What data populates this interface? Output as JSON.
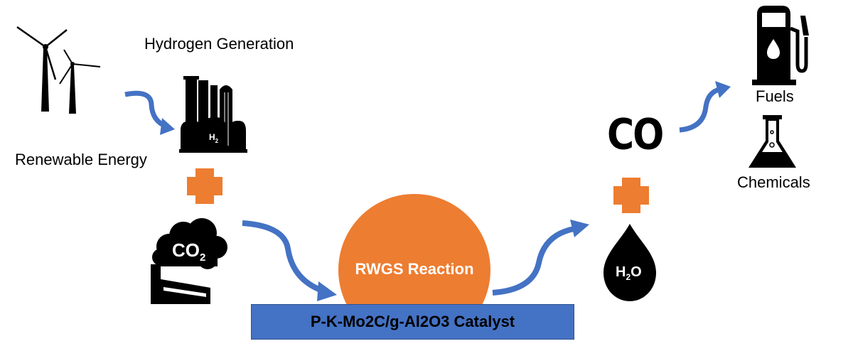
{
  "labels": {
    "hydrogen_generation": "Hydrogen Generation",
    "renewable_energy": "Renewable Energy",
    "reaction": "RWGS Reaction",
    "catalyst": "P-K-Mo2C/g-Al2O3 Catalyst",
    "fuels": "Fuels",
    "chemicals": "Chemicals"
  },
  "icon_text": {
    "co2": "CO",
    "co2_subscript": "2",
    "h2": "H",
    "h2_subscript": "2",
    "co": "CO",
    "h2o_h": "H",
    "h2o_subscript": "2",
    "h2o_o": "O"
  },
  "colors": {
    "arrow": "#4472c4",
    "plus": "#ed7d31",
    "reaction_circle": "#ed7d31",
    "catalyst_bar": "#4472c4",
    "icon": "#000000"
  },
  "icons": [
    "wind-turbine-icon",
    "hydrogen-plant-icon",
    "co2-factory-icon",
    "water-drop-icon",
    "fuel-pump-icon",
    "flask-icon"
  ]
}
